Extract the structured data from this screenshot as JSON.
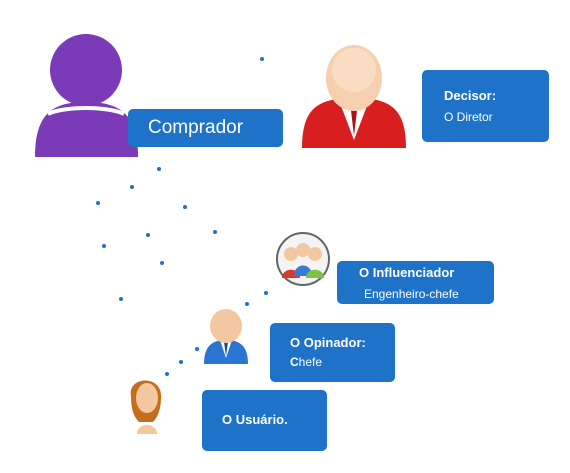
{
  "comprador": {
    "label": "Comprador",
    "icon": "person-silhouette-icon"
  },
  "decisor": {
    "title": "Decisor:",
    "subtitle": "O Diretor",
    "icon": "businessman-red-suit-icon"
  },
  "influenciador": {
    "title": "O Influenciador",
    "subtitle": "Engenheiro-chefe",
    "icon": "group-of-people-icon"
  },
  "opinador": {
    "title": "O Opinador:",
    "subtitle_bold": "C",
    "subtitle_rest": "hefe",
    "icon": "man-blue-suit-icon"
  },
  "usuario": {
    "title": "O Usuário.",
    "icon": "woman-icon"
  },
  "colors": {
    "box": "#1e73c8",
    "comprador_icon": "#7b3ab7",
    "decisor_suit": "#d81e1e",
    "opinador_suit": "#2a76d2"
  }
}
